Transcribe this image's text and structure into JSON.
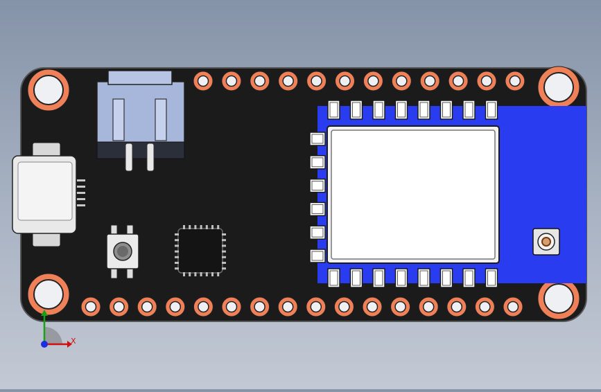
{
  "scene": {
    "background_top": "#8593a8",
    "background_bottom": "#c3c9d4",
    "board_color": "#1b1b1b",
    "board_outline": "#555555",
    "pad_color": "#f08058",
    "module_blue": "#2a3cf0",
    "shield_color": "#ffffff",
    "connector_color": "#a7b6db",
    "chip_color": "#141414",
    "usb_color": "#e9e9e9"
  },
  "components": {
    "board": "pcb-board",
    "module": "wifi-module",
    "shield": "rf-shield-can",
    "battery_connector": "jst-connector",
    "usb": "usb-c-connector",
    "button": "tactile-button",
    "chip": "qfn-chip",
    "antenna": "u-fl-antenna-connector"
  },
  "axis": {
    "x_label": "X",
    "icon": "axis-triad-icon"
  }
}
